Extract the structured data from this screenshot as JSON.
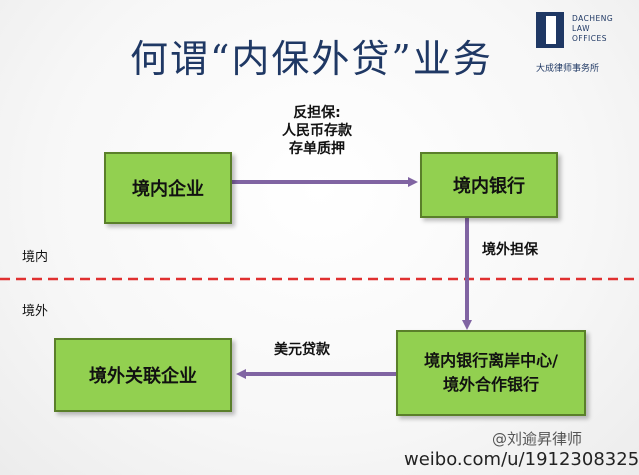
{
  "title": "何谓“内保外贷”业务",
  "logo": {
    "lines": [
      "DACHENG",
      "LAW",
      "OFFICES"
    ],
    "chinese": "大成律师事务所"
  },
  "boxes": {
    "domestic_enterprise": "境内企业",
    "domestic_bank": "境内银行",
    "offshore_center": "境内银行离岸中心/\n境外合作银行",
    "overseas_affiliate": "境外关联企业"
  },
  "edge_labels": {
    "counter_guarantee": "反担保:\n人民币存款\n存单质押",
    "overseas_guarantee": "境外担保",
    "usd_loan": "美元贷款"
  },
  "regions": {
    "domestic": "境内",
    "overseas": "境外"
  },
  "watermark": {
    "handle": "@刘逾昇律师",
    "url": "weibo.com/u/1912308325"
  },
  "colors": {
    "box_fill": "#92d050",
    "arrow": "#8064a2",
    "divider": "#e03030",
    "title": "#1f3864"
  }
}
